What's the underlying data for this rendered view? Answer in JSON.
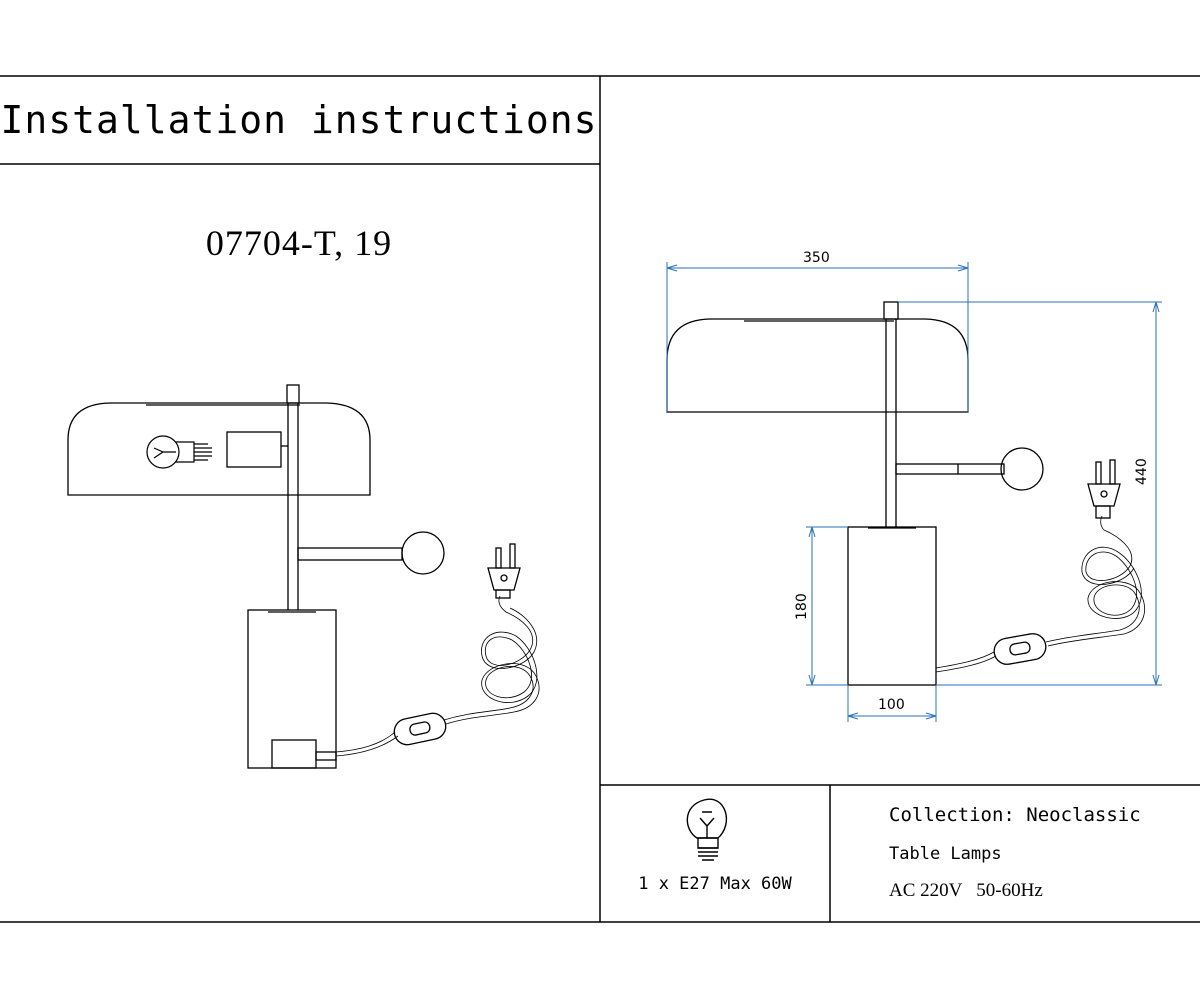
{
  "title": "Installation instructions",
  "model": "07704-T, 19",
  "dimensions": {
    "width_shade": "350",
    "height_total": "440",
    "height_base": "180",
    "width_base": "100"
  },
  "bulb_spec": "1 x E27 Max 60W",
  "info": {
    "collection": "Collection: Neoclassic",
    "category": "Table Lamps",
    "power": "AC 220V   50-60Hz"
  },
  "colors": {
    "line": "#000000",
    "dimension_line": "#2a72b8"
  },
  "icons": [
    "light-bulb-icon",
    "plug-icon",
    "switch-icon"
  ]
}
